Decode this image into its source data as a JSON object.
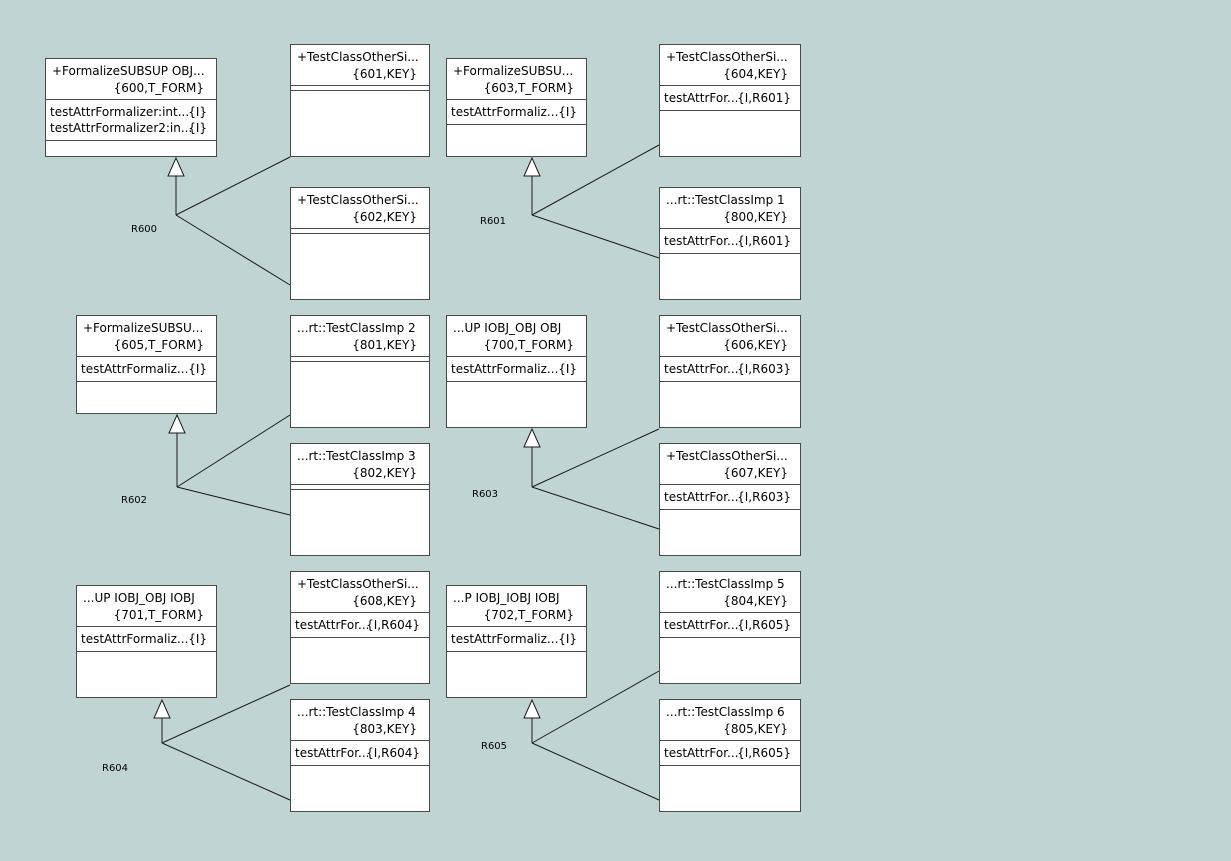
{
  "diagram": {
    "line_color": "#1a1a1a",
    "background": "#c0d4d4",
    "classes": [
      {
        "id": "c600",
        "name": "+FormalizeSUBSUP OBJ...",
        "keyletters": "{600,T_FORM}",
        "attrs": [
          {
            "name": "testAttrFormalizer:int...",
            "qual": "{I}"
          },
          {
            "name": "testAttrFormalizer2:in...",
            "qual": "{I}"
          }
        ]
      },
      {
        "id": "c601",
        "name": "+TestClassOtherSi...",
        "keyletters": "{601,KEY}",
        "attrs": []
      },
      {
        "id": "c602",
        "name": "+TestClassOtherSi...",
        "keyletters": "{602,KEY}",
        "attrs": []
      },
      {
        "id": "c603",
        "name": "+FormalizeSUBSU...",
        "keyletters": "{603,T_FORM}",
        "attrs": [
          {
            "name": "testAttrFormaliz...",
            "qual": "{I}"
          }
        ]
      },
      {
        "id": "c604",
        "name": "+TestClassOtherSi...",
        "keyletters": "{604,KEY}",
        "attrs": [
          {
            "name": "testAttrFor...",
            "qual": "{I,R601}"
          }
        ]
      },
      {
        "id": "c800",
        "name": "...rt::TestClassImp 1",
        "keyletters": "{800,KEY}",
        "attrs": [
          {
            "name": "testAttrFor...",
            "qual": "{I,R601}"
          }
        ]
      },
      {
        "id": "c605",
        "name": "+FormalizeSUBSU...",
        "keyletters": "{605,T_FORM}",
        "attrs": [
          {
            "name": "testAttrFormaliz...",
            "qual": "{I}"
          }
        ]
      },
      {
        "id": "c801",
        "name": "...rt::TestClassImp 2",
        "keyletters": "{801,KEY}",
        "attrs": []
      },
      {
        "id": "c802",
        "name": "...rt::TestClassImp 3",
        "keyletters": "{802,KEY}",
        "attrs": []
      },
      {
        "id": "c700",
        "name": "...UP IOBJ_OBJ OBJ",
        "keyletters": "{700,T_FORM}",
        "attrs": [
          {
            "name": "testAttrFormaliz...",
            "qual": "{I}"
          }
        ]
      },
      {
        "id": "c606",
        "name": "+TestClassOtherSi...",
        "keyletters": "{606,KEY}",
        "attrs": [
          {
            "name": "testAttrFor...",
            "qual": "{I,R603}"
          }
        ]
      },
      {
        "id": "c607",
        "name": "+TestClassOtherSi...",
        "keyletters": "{607,KEY}",
        "attrs": [
          {
            "name": "testAttrFor...",
            "qual": "{I,R603}"
          }
        ]
      },
      {
        "id": "c701",
        "name": "...UP IOBJ_OBJ IOBJ",
        "keyletters": "{701,T_FORM}",
        "attrs": [
          {
            "name": "testAttrFormaliz...",
            "qual": "{I}"
          }
        ]
      },
      {
        "id": "c608",
        "name": "+TestClassOtherSi...",
        "keyletters": "{608,KEY}",
        "attrs": [
          {
            "name": "testAttrFor...",
            "qual": "{I,R604}"
          }
        ]
      },
      {
        "id": "c803",
        "name": "...rt::TestClassImp 4",
        "keyletters": "{803,KEY}",
        "attrs": [
          {
            "name": "testAttrFor...",
            "qual": "{I,R604}"
          }
        ]
      },
      {
        "id": "c702",
        "name": "...P IOBJ_IOBJ IOBJ",
        "keyletters": "{702,T_FORM}",
        "attrs": [
          {
            "name": "testAttrFormaliz...",
            "qual": "{I}"
          }
        ]
      },
      {
        "id": "c804",
        "name": "...rt::TestClassImp 5",
        "keyletters": "{804,KEY}",
        "attrs": [
          {
            "name": "testAttrFor...",
            "qual": "{I,R605}"
          }
        ]
      },
      {
        "id": "c805",
        "name": "...rt::TestClassImp 6",
        "keyletters": "{805,KEY}",
        "attrs": [
          {
            "name": "testAttrFor...",
            "qual": "{I,R605}"
          }
        ]
      }
    ],
    "relationships": [
      {
        "id": "r600",
        "label": "R600",
        "super": "c600",
        "subs": [
          "c601",
          "c602"
        ]
      },
      {
        "id": "r601",
        "label": "R601",
        "super": "c603",
        "subs": [
          "c604",
          "c800"
        ]
      },
      {
        "id": "r602",
        "label": "R602",
        "super": "c605",
        "subs": [
          "c801",
          "c802"
        ]
      },
      {
        "id": "r603",
        "label": "R603",
        "super": "c700",
        "subs": [
          "c606",
          "c607"
        ]
      },
      {
        "id": "r604",
        "label": "R604",
        "super": "c701",
        "subs": [
          "c608",
          "c803"
        ]
      },
      {
        "id": "r605",
        "label": "R605",
        "super": "c702",
        "subs": [
          "c804",
          "c805"
        ]
      }
    ]
  }
}
